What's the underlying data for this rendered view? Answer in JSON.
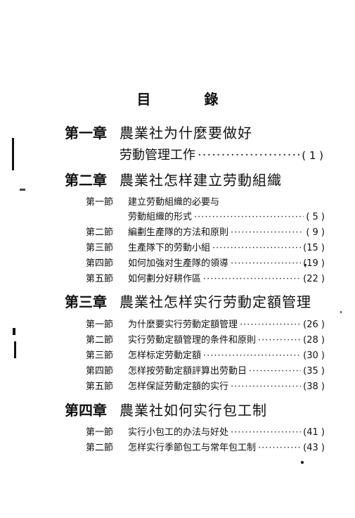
{
  "title": "目　錄",
  "chapters": [
    {
      "num": "第一章",
      "title": "農業社为什麼要做好",
      "cont_title": "劳動管理工作",
      "cont_page": "( 1 )"
    },
    {
      "num": "第二章",
      "title": "農業社怎样建立劳動組織",
      "sections": [
        {
          "num": "第一節",
          "title": "建立劳動組織的必要与",
          "cont": "劳動組織的形式",
          "page": "( 5 )"
        },
        {
          "num": "第二節",
          "title": "編劃生產隊的方法和原則",
          "page": "( 9 )"
        },
        {
          "num": "第三節",
          "title": "生產隊下的劳動小組",
          "page": "(15 )"
        },
        {
          "num": "第四節",
          "title": "如何加強对生產隊的領導",
          "page": "(19 )"
        },
        {
          "num": "第五節",
          "title": "如何劃分好耕作區",
          "page": "(22 )"
        }
      ]
    },
    {
      "num": "第三章",
      "title": "農業社怎样实行劳動定額管理",
      "sections": [
        {
          "num": "第一節",
          "title": "为什麼要实行劳動定額管理",
          "page": "(26 )"
        },
        {
          "num": "第二節",
          "title": "实行劳動定額管理的条件和原則",
          "page": "(28 )"
        },
        {
          "num": "第三節",
          "title": "怎样标定劳動定額",
          "page": "(30 )"
        },
        {
          "num": "第四節",
          "title": "怎样按劳動定額評算出劳動日",
          "page": "(35 )"
        },
        {
          "num": "第五節",
          "title": "怎样保証劳動定額的实行",
          "page": "(38 )"
        }
      ]
    },
    {
      "num": "第四章",
      "title": "農業社如何实行包工制",
      "sections": [
        {
          "num": "第一節",
          "title": "实行小包工的办法与好处",
          "page": "(41 )"
        },
        {
          "num": "第二節",
          "title": "怎样实行季節包工与常年包工制",
          "page": "(43 )"
        }
      ]
    }
  ]
}
